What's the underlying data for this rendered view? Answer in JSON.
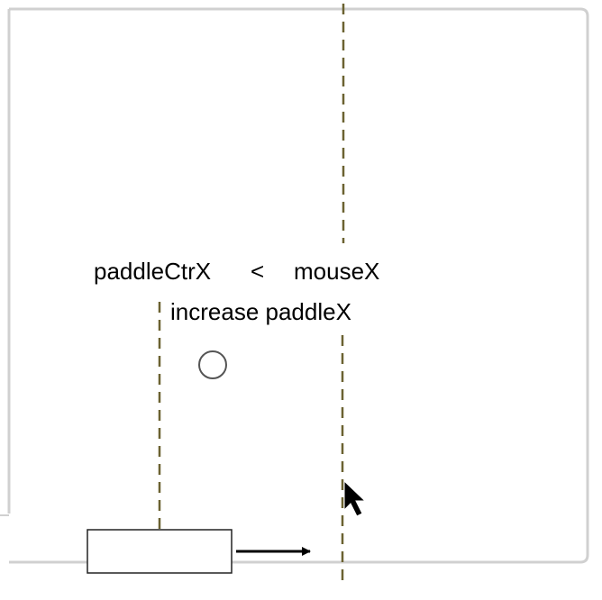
{
  "diagram": {
    "condition": {
      "left_operand": "paddleCtrX",
      "operator": "<",
      "right_operand": "mouseX"
    },
    "action": "increase paddleX"
  },
  "colors": {
    "frame_border": "#d0d0d0",
    "dashed_line": "#6b6231",
    "ball_stroke": "#555555",
    "paddle_stroke": "#222222",
    "arrow": "#000000",
    "cursor": "#000000"
  }
}
